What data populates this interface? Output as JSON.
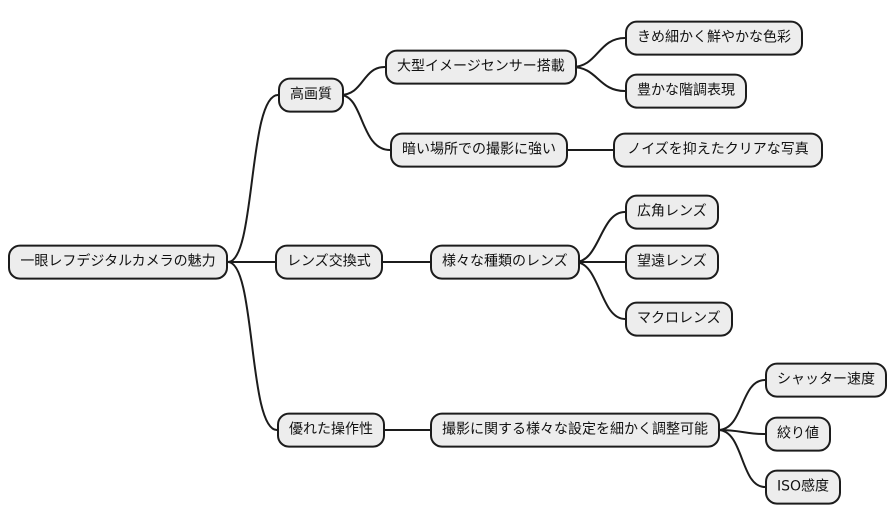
{
  "mindmap": {
    "root": {
      "label": "一眼レフデジタルカメラの魅力"
    },
    "branches": [
      {
        "label": "高画質",
        "children": [
          {
            "label": "大型イメージセンサー搭載",
            "children": [
              {
                "label": "きめ細かく鮮やかな色彩"
              },
              {
                "label": "豊かな階調表現"
              }
            ]
          },
          {
            "label": "暗い場所での撮影に強い",
            "children": [
              {
                "label": "ノイズを抑えたクリアな写真"
              }
            ]
          }
        ]
      },
      {
        "label": "レンズ交換式",
        "children": [
          {
            "label": "様々な種類のレンズ",
            "children": [
              {
                "label": "広角レンズ"
              },
              {
                "label": "望遠レンズ"
              },
              {
                "label": "マクロレンズ"
              }
            ]
          }
        ]
      },
      {
        "label": "優れた操作性",
        "children": [
          {
            "label": "撮影に関する様々な設定を細かく調整可能",
            "children": [
              {
                "label": "シャッター速度"
              },
              {
                "label": "絞り値"
              },
              {
                "label": "ISO感度"
              }
            ]
          }
        ]
      }
    ]
  },
  "colors": {
    "background": "#ffffff",
    "node_fill": "#ededed",
    "node_border": "#1c1c1c",
    "line": "#1c1c1c",
    "text": "#111111"
  }
}
